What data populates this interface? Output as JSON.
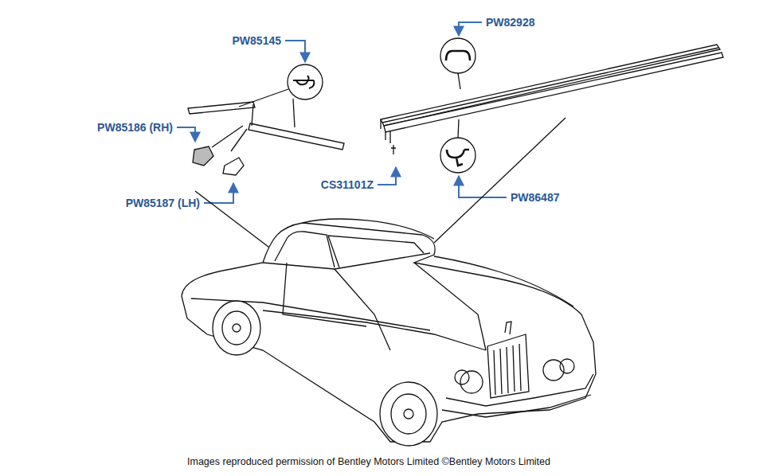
{
  "diagram": {
    "caption": "Images reproduced permission of Bentley Motors Limited ©Bentley Motors Limited",
    "labels": [
      "PW85145",
      "PW85186 (RH)",
      "PW85187 (LH)",
      "PW82928",
      "CS31101Z",
      "PW86487"
    ]
  }
}
